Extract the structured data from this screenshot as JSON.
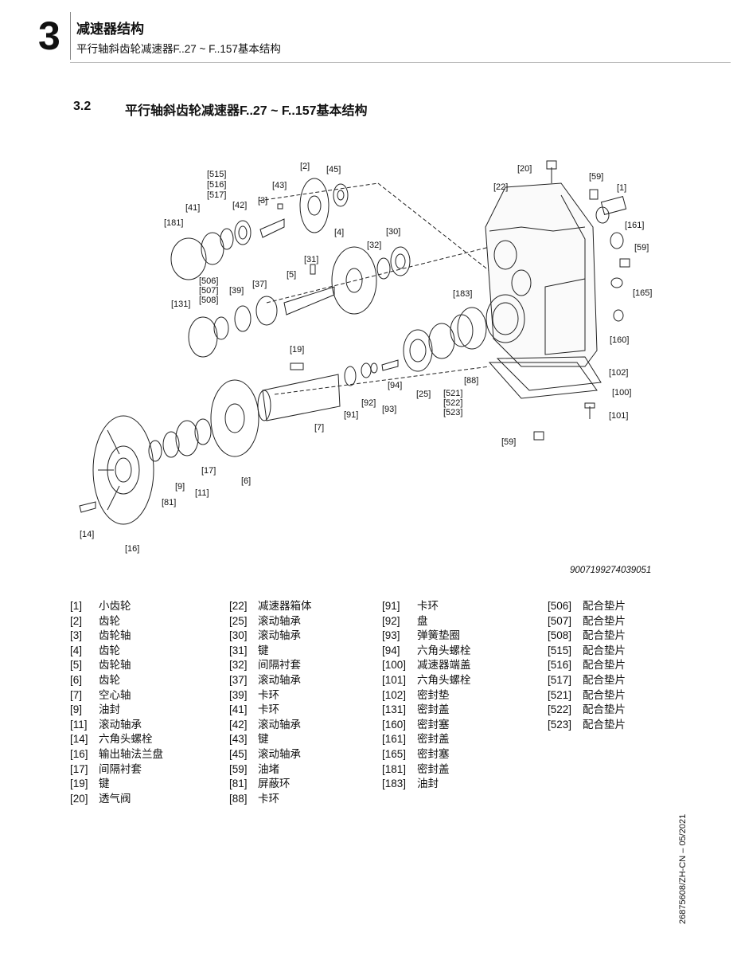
{
  "header": {
    "chapter": "3",
    "title": "减速器结构",
    "subtitle": "平行轴斜齿轮减速器F..27 ~ F..157基本结构"
  },
  "section": {
    "number": "3.2",
    "title": "平行轴斜齿轮减速器F..27 ~ F..157基本结构"
  },
  "callouts": {
    "c515": "[515]",
    "c516": "[516]",
    "c517": "[517]",
    "c43": "[43]",
    "c2": "[2]",
    "c45": "[45]",
    "c20": "[20]",
    "c59a": "[59]",
    "c1": "[1]",
    "c22": "[22]",
    "c41": "[41]",
    "c42": "[42]",
    "c3": "[3]",
    "c181": "[181]",
    "c161": "[161]",
    "c59b": "[59]",
    "c4": "[4]",
    "c32": "[32]",
    "c30": "[30]",
    "c31": "[31]",
    "c506": "[506]",
    "c507": "[507]",
    "c508": "[508]",
    "c39": "[39]",
    "c37": "[37]",
    "c5": "[5]",
    "c165": "[165]",
    "c131": "[131]",
    "c183": "[183]",
    "c160": "[160]",
    "c19": "[19]",
    "c102": "[102]",
    "c94": "[94]",
    "c88": "[88]",
    "c100": "[100]",
    "c25": "[25]",
    "c521": "[521]",
    "c522": "[522]",
    "c523": "[523]",
    "c92": "[92]",
    "c93": "[93]",
    "c91": "[91]",
    "c101": "[101]",
    "c7": "[7]",
    "c17": "[17]",
    "c9": "[9]",
    "c11": "[11]",
    "c81": "[81]",
    "c6": "[6]",
    "c59c": "[59]",
    "c14": "[14]",
    "c16": "[16]"
  },
  "figure_id": "9007199274039051",
  "legend": [
    [
      {
        "num": "[1]",
        "label": "小齿轮"
      },
      {
        "num": "[2]",
        "label": "齿轮"
      },
      {
        "num": "[3]",
        "label": "齿轮轴"
      },
      {
        "num": "[4]",
        "label": "齿轮"
      },
      {
        "num": "[5]",
        "label": "齿轮轴"
      },
      {
        "num": "[6]",
        "label": "齿轮"
      },
      {
        "num": "[7]",
        "label": "空心轴"
      },
      {
        "num": "[9]",
        "label": "油封"
      },
      {
        "num": "[11]",
        "label": "滚动轴承"
      },
      {
        "num": "[14]",
        "label": "六角头螺栓"
      },
      {
        "num": "[16]",
        "label": "输出轴法兰盘"
      },
      {
        "num": "[17]",
        "label": "间隔衬套"
      },
      {
        "num": "[19]",
        "label": "键"
      },
      {
        "num": "[20]",
        "label": "透气阀"
      }
    ],
    [
      {
        "num": "[22]",
        "label": "减速器箱体"
      },
      {
        "num": "[25]",
        "label": "滚动轴承"
      },
      {
        "num": "[30]",
        "label": "滚动轴承"
      },
      {
        "num": "[31]",
        "label": "键"
      },
      {
        "num": "[32]",
        "label": "间隔衬套"
      },
      {
        "num": "[37]",
        "label": "滚动轴承"
      },
      {
        "num": "[39]",
        "label": "卡环"
      },
      {
        "num": "[41]",
        "label": "卡环"
      },
      {
        "num": "[42]",
        "label": "滚动轴承"
      },
      {
        "num": "[43]",
        "label": "键"
      },
      {
        "num": "[45]",
        "label": "滚动轴承"
      },
      {
        "num": "[59]",
        "label": "油堵"
      },
      {
        "num": "[81]",
        "label": "屏蔽环"
      },
      {
        "num": "[88]",
        "label": "卡环"
      }
    ],
    [
      {
        "num": "[91]",
        "label": "卡环"
      },
      {
        "num": "[92]",
        "label": "盘"
      },
      {
        "num": "[93]",
        "label": "弹簧垫圈"
      },
      {
        "num": "[94]",
        "label": "六角头螺栓"
      },
      {
        "num": "[100]",
        "label": "减速器端盖"
      },
      {
        "num": "[101]",
        "label": "六角头螺栓"
      },
      {
        "num": "[102]",
        "label": "密封垫"
      },
      {
        "num": "[131]",
        "label": "密封盖"
      },
      {
        "num": "[160]",
        "label": "密封塞"
      },
      {
        "num": "[161]",
        "label": "密封盖"
      },
      {
        "num": "[165]",
        "label": "密封塞"
      },
      {
        "num": "[181]",
        "label": "密封盖"
      },
      {
        "num": "[183]",
        "label": "油封"
      }
    ],
    [
      {
        "num": "[506]",
        "label": "配合垫片"
      },
      {
        "num": "[507]",
        "label": "配合垫片"
      },
      {
        "num": "[508]",
        "label": "配合垫片"
      },
      {
        "num": "[515]",
        "label": "配合垫片"
      },
      {
        "num": "[516]",
        "label": "配合垫片"
      },
      {
        "num": "[517]",
        "label": "配合垫片"
      },
      {
        "num": "[521]",
        "label": "配合垫片"
      },
      {
        "num": "[522]",
        "label": "配合垫片"
      },
      {
        "num": "[523]",
        "label": "配合垫片"
      }
    ]
  ],
  "doc_code": "26875608/ZH-CN – 05/2021"
}
